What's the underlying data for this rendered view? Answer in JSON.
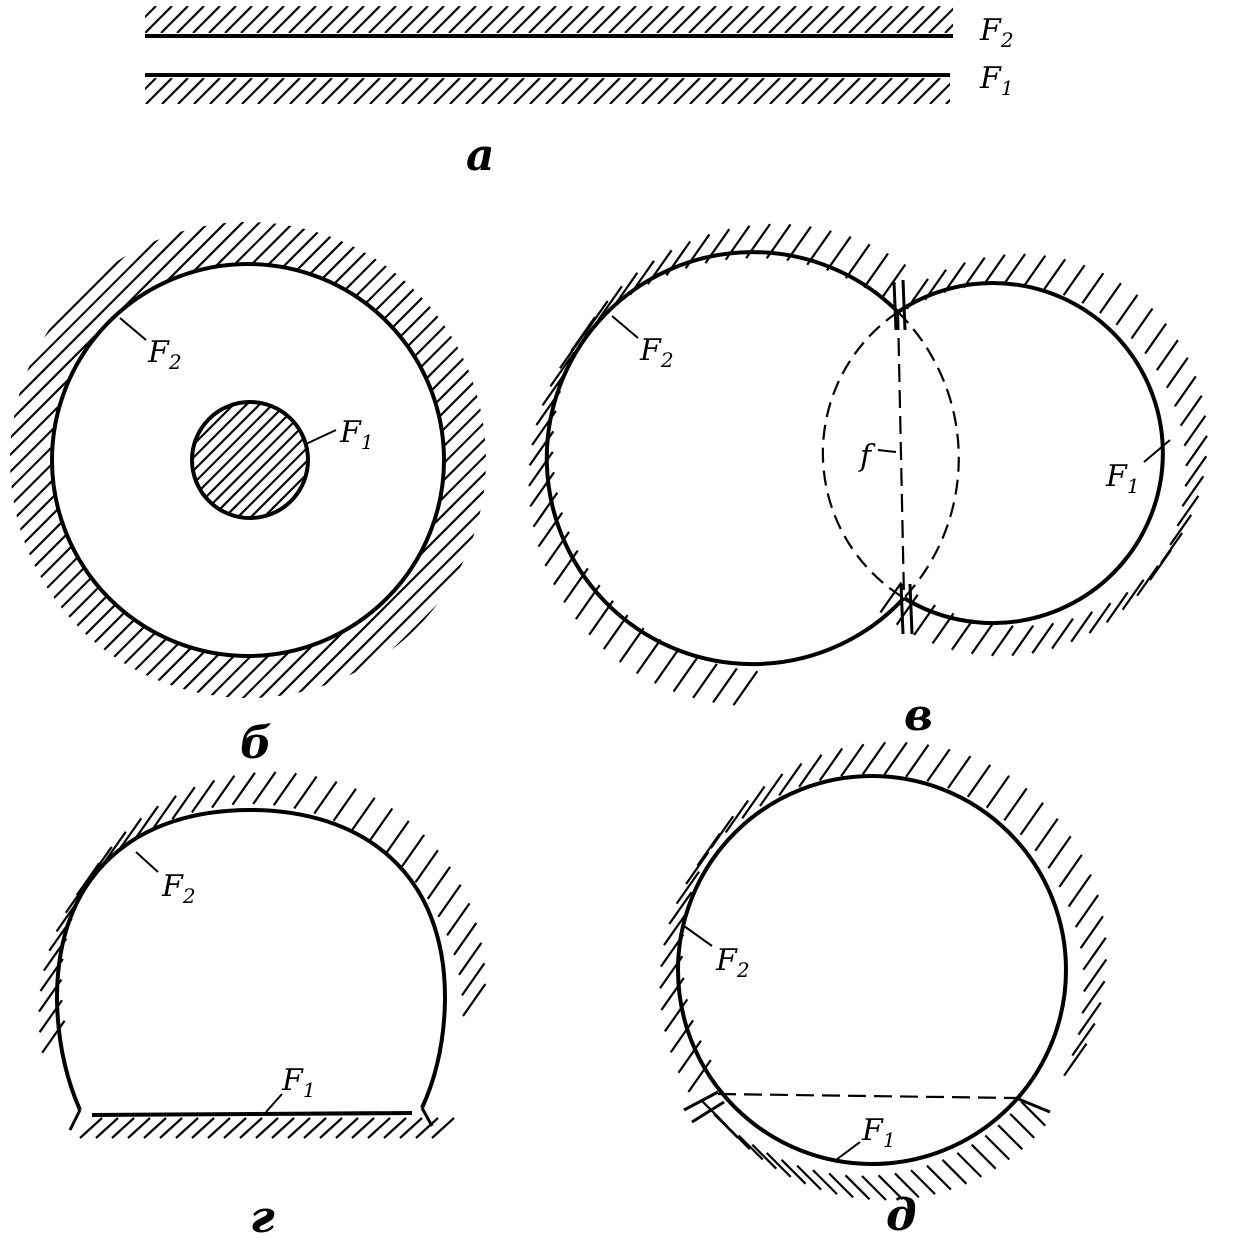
{
  "panels": {
    "a": {
      "caption": "a",
      "upper_surface": {
        "letter": "F",
        "index": "2"
      },
      "lower_surface": {
        "letter": "F",
        "index": "1"
      }
    },
    "b": {
      "caption": "б",
      "outer_surface": {
        "letter": "F",
        "index": "2"
      },
      "inner_surface": {
        "letter": "F",
        "index": "1"
      }
    },
    "v": {
      "caption": "в",
      "left_surface": {
        "letter": "F",
        "index": "2"
      },
      "right_surface": {
        "letter": "F",
        "index": "1"
      },
      "interface_label": "f"
    },
    "g": {
      "caption": "г",
      "arch_surface": {
        "letter": "F",
        "index": "2"
      },
      "floor_surface": {
        "letter": "F",
        "index": "1"
      }
    },
    "d": {
      "caption": "д",
      "circle_surface": {
        "letter": "F",
        "index": "2"
      },
      "bottom_surface": {
        "letter": "F",
        "index": "1"
      }
    }
  },
  "colors": {
    "ink": "#000000",
    "background": "#ffffff"
  }
}
